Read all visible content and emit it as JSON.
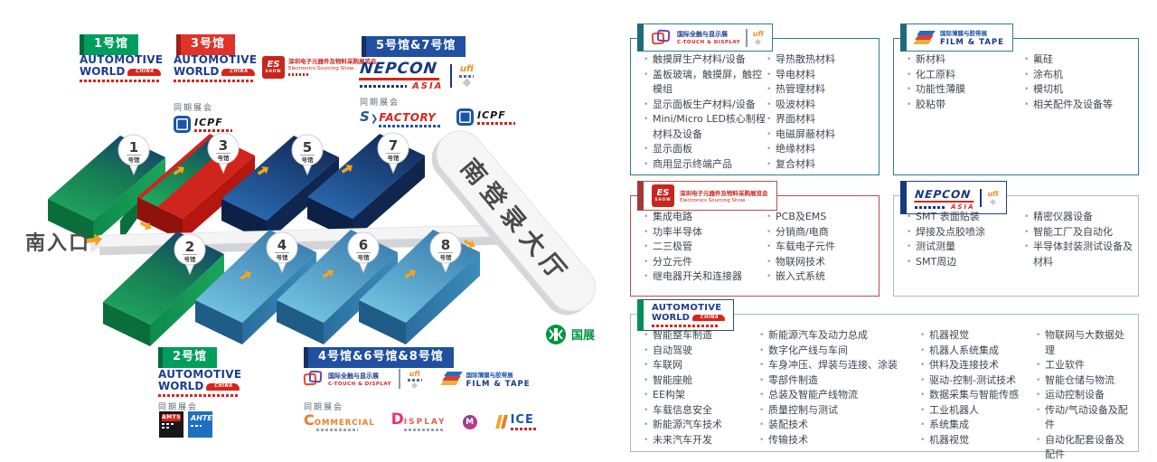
{
  "labels": {
    "concurrent": "同期展会"
  },
  "badges": {
    "h1": "1号馆",
    "h3": "3号馆",
    "h57": "5号馆&7号馆",
    "h2": "2号馆",
    "h468": "4号馆&6号馆&8号馆"
  },
  "map": {
    "entrance": "南入口",
    "registration_hall": "南登录大厅",
    "metro": "国展",
    "pins": [
      {
        "num": "1",
        "label": "号馆"
      },
      {
        "num": "3",
        "label": "号馆"
      },
      {
        "num": "5",
        "label": "号馆"
      },
      {
        "num": "7",
        "label": "号馆"
      },
      {
        "num": "2",
        "label": "号馆"
      },
      {
        "num": "4",
        "label": "号馆"
      },
      {
        "num": "6",
        "label": "号馆"
      },
      {
        "num": "8",
        "label": "号馆"
      }
    ],
    "colors": {
      "hall_green": "#1fa85e",
      "hall_red": "#d0251d",
      "hall_navy": "#2a6cb4",
      "hall_teal": "#74c6e2",
      "arrow_orange": "#f6a21e"
    }
  },
  "logos": {
    "automotive": {
      "line1": "AUTOMOTIVE",
      "line2": "WORLD",
      "badge": "CHINA"
    },
    "es": {
      "abbr": "ES",
      "sub": "SHOW",
      "cn": "深圳电子元器件及物料采购展览会",
      "en": "Electronics Sourcing Show"
    },
    "icpf": {
      "text": "ICPF"
    },
    "nepcon": {
      "main": "NEPCON",
      "sub": "ASIA"
    },
    "ufi": {
      "text": "ufi"
    },
    "sfactory": {
      "s": "S",
      "text": "FACTORY"
    },
    "amts": {
      "text": "AMTS"
    },
    "ahte": {
      "text": "AHTE"
    },
    "ctouch": {
      "cn": "国际全触与显示展",
      "en": "C-TOUCH & DISPLAY"
    },
    "filmtape": {
      "cn": "国际薄膜与胶带展",
      "en": "FILM & TAPE"
    },
    "commercial": {
      "c": "C",
      "rest": "OMMERCIAL"
    },
    "display": {
      "d": "D",
      "rest": "ISPLAY"
    },
    "m": {
      "text": "M"
    },
    "ice": {
      "text": "ICE"
    }
  },
  "panels": [
    {
      "name": "C-TOUCH & DISPLAY",
      "header": {
        "cn": "国际全触与显示展",
        "en": "C-TOUCH & DISPLAY",
        "ufi": "ufi"
      },
      "columns": [
        [
          "触摸屏生产材料/设备",
          "盖板玻璃，触摸屏，触控模组",
          "显示面板生产材料/设备",
          "Mini/Micro LED核心制程材料及设备",
          "显示面板",
          "商用显示终端产品"
        ],
        [
          "导热散热材料",
          "导电材料",
          "热管理材料",
          "吸波材料",
          "界面材料",
          "电磁屏蔽材料",
          "绝缘材料",
          "复合材料"
        ]
      ]
    },
    {
      "name": "FILM & TAPE",
      "header": {
        "cn": "国际薄膜与胶带展",
        "en": "FILM & TAPE"
      },
      "columns": [
        [
          "新材料",
          "化工原料",
          "功能性薄膜",
          "胶粘带"
        ],
        [
          "氟硅",
          "涂布机",
          "模切机",
          "相关配件及设备等"
        ]
      ]
    },
    {
      "name": "Electronics Sourcing Show",
      "header": {
        "abbr": "ES",
        "sub": "SHOW",
        "cn": "深圳电子元器件及物料采购展览会",
        "en": "Electronics Sourcing Show"
      },
      "columns": [
        [
          "集成电路",
          "功率半导体",
          "二三极管",
          "分立元件",
          "继电器开关和连接器"
        ],
        [
          "PCB及EMS",
          "分销商/电商",
          "车载电子元件",
          "物联网技术",
          "嵌入式系统"
        ]
      ]
    },
    {
      "name": "NEPCON ASIA",
      "header": {
        "main": "NEPCON",
        "sub": "ASIA",
        "ufi": "ufi"
      },
      "columns": [
        [
          "SMT 表面贴装",
          "焊接及点胶喷涂",
          "测试测量",
          "SMT周边"
        ],
        [
          "精密仪器设备",
          "智能工厂及自动化",
          "半导体封装测试设备及材料"
        ]
      ]
    },
    {
      "name": "AUTOMOTIVE WORLD",
      "header": {
        "line1": "AUTOMOTIVE",
        "line2": "WORLD",
        "badge": "CHINA"
      },
      "columns": [
        [
          "智能整车制造",
          "自动驾驶",
          "车联网",
          "智能座舱",
          "EE构架",
          "车载信息安全",
          "新能源汽车技术",
          "未来汽车开发"
        ],
        [
          "新能源汽车及动力总成",
          "数字化产线与车间",
          "车身冲压、焊装与连接、涂装",
          "零部件制造",
          "总装及智能产线物流",
          "质量控制与测试",
          "装配技术",
          "传输技术"
        ],
        [
          "机器视觉",
          "机器人系统集成",
          "供料及连接技术",
          "驱动-控制-测试技术",
          "数据采集与智能传感",
          "工业机器人",
          "系统集成",
          "机器视觉"
        ],
        [
          "物联网与大数据处理",
          "工业软件",
          "智能仓储与物流",
          "运动控制设备",
          "传动/气动设备及配件",
          "自动化配套设备及配件"
        ]
      ]
    }
  ]
}
